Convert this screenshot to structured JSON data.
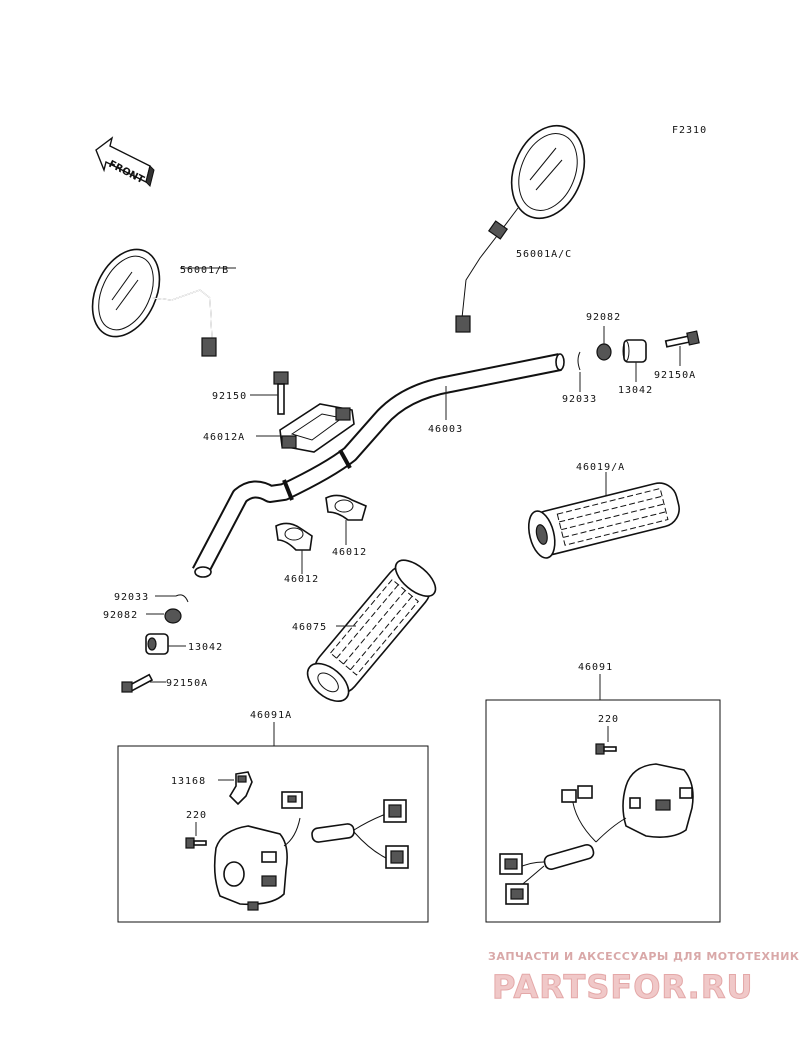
{
  "diagram_code": "F2310",
  "direction_label": "FRONT",
  "parts": {
    "mirror_left": "56001/B",
    "mirror_right": "56001A/C",
    "bolt_holder": "92150",
    "holder_upper": "46012A",
    "handlebar": "46003",
    "holder_lower_a": "46012",
    "holder_lower_b": "46012",
    "grip_right": "46019/A",
    "grip_left": "46075",
    "circlip_right": "92033",
    "collar_right": "92082",
    "weight_right": "13042",
    "bolt_right": "92150A",
    "circlip_left": "92033",
    "collar_left": "92082",
    "weight_left": "13042",
    "bolt_left": "92150A",
    "switch_left": "46091A",
    "switch_right": "46091",
    "clamp_left": "13168",
    "screw_left": "220",
    "screw_right": "220"
  },
  "watermark": {
    "tagline": "ЗАПЧАСТИ И АКСЕССУАРЫ ДЛЯ МОТОТЕХНИКИ",
    "logo": "PARTSFOR.RU"
  }
}
